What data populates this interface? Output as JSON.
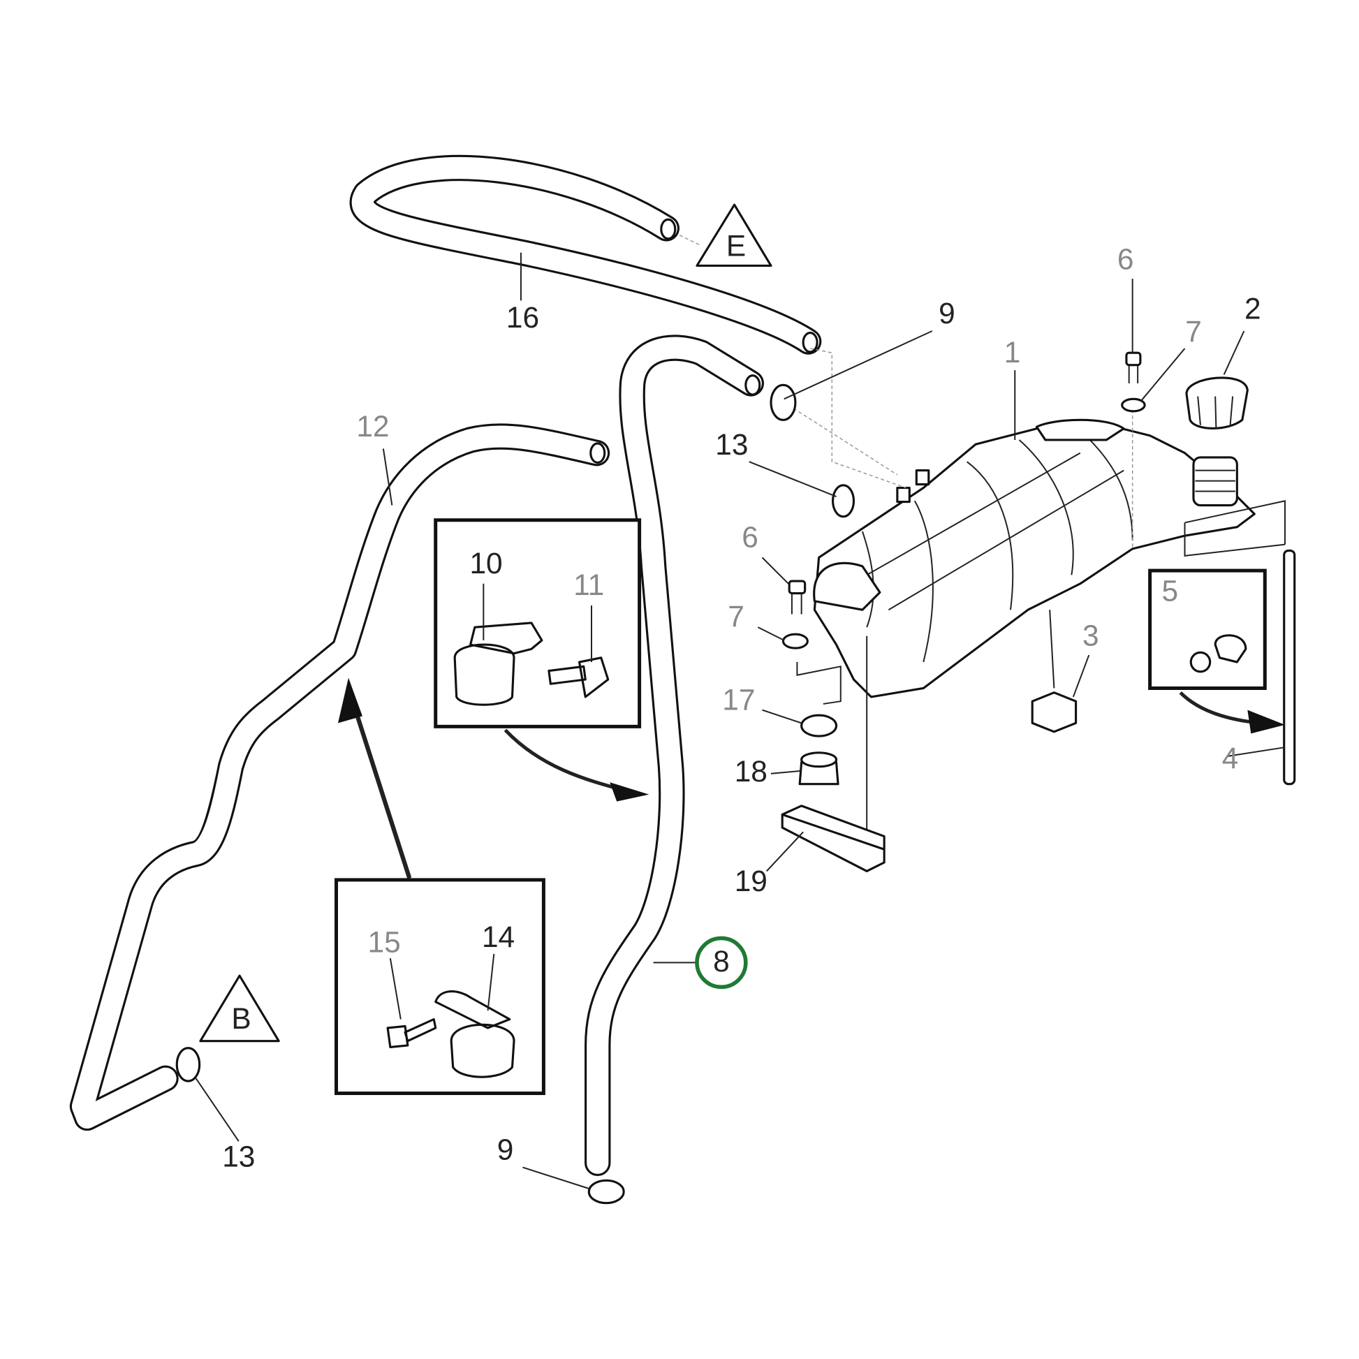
{
  "diagram": {
    "highlight_color": "#1e7a34",
    "highlighted_part": "8",
    "reference_markers": [
      "E",
      "B"
    ],
    "labels": {
      "l16": "16",
      "l9a": "9",
      "l1": "1",
      "l6a": "6",
      "l7a": "7",
      "l2": "2",
      "l13a": "13",
      "l12": "12",
      "l10": "10",
      "l11": "11",
      "l6b": "6",
      "l7b": "7",
      "l3": "3",
      "l5": "5",
      "l17": "17",
      "l18": "18",
      "l4": "4",
      "l19": "19",
      "l15": "15",
      "l14": "14",
      "l13b": "13",
      "l9b": "9",
      "l8": "8"
    }
  }
}
